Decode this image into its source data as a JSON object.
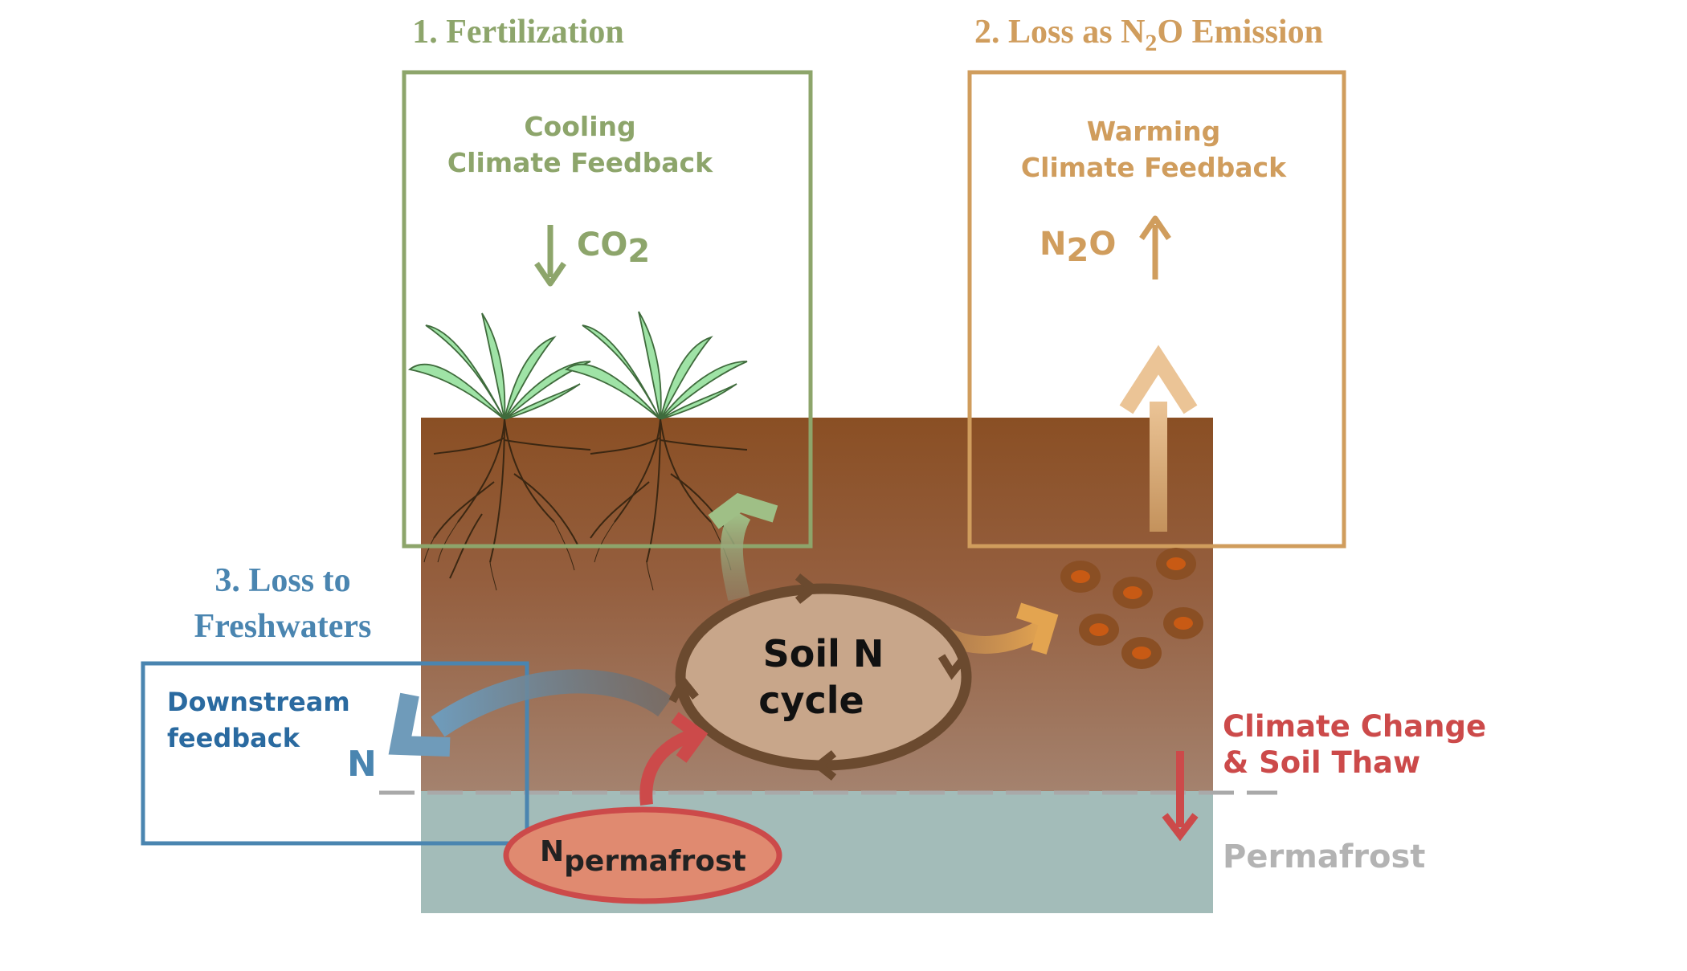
{
  "sections": {
    "fertilization": {
      "title": "1. Fertilization",
      "feedback_line1": "Cooling",
      "feedback_line2": "Climate Feedback",
      "gas_main": "CO",
      "gas_sub": "2"
    },
    "n2o_emission": {
      "title_prefix": "2. Loss as N",
      "title_sub": "2",
      "title_suffix": "O Emission",
      "feedback_line1": "Warming",
      "feedback_line2": "Climate Feedback",
      "gas_n": "N",
      "gas_sub": "2",
      "gas_o": "O"
    },
    "freshwaters": {
      "title_line1": "3. Loss to",
      "title_line2": "Freshwaters",
      "box_line1": "Downstream",
      "box_line2": "feedback",
      "nutrient": "N"
    }
  },
  "center": {
    "line1": "Soil N",
    "line2": "cycle"
  },
  "permafrost_pool": {
    "main": "N",
    "sub": "permafrost"
  },
  "thaw": {
    "line1": "Climate Change",
    "line2": "& Soil Thaw"
  },
  "permafrost_label": "Permafrost",
  "colors": {
    "green": "#8da56b",
    "orange": "#d09d5d",
    "blue": "#4a85b0",
    "blue_dark": "#2a6aa0",
    "red": "#cc4a4a",
    "grey": "#b3b3b3",
    "soil_top": "#8a4f24",
    "soil_bottom": "#a4826e",
    "permafrost": "#a3bcb9"
  }
}
